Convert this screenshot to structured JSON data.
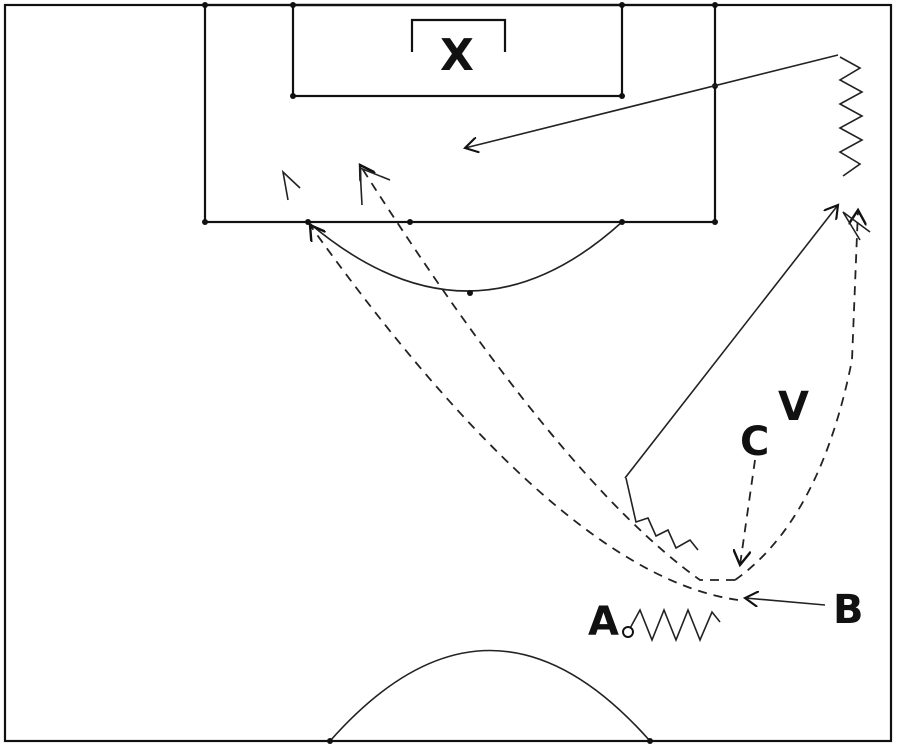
{
  "labels": {
    "goalkeeper": "X",
    "player_a": "A",
    "player_b": "B",
    "player_c": "C",
    "player_v": "V"
  },
  "colors": {
    "background": "#ffffff",
    "lines": "#111111"
  }
}
